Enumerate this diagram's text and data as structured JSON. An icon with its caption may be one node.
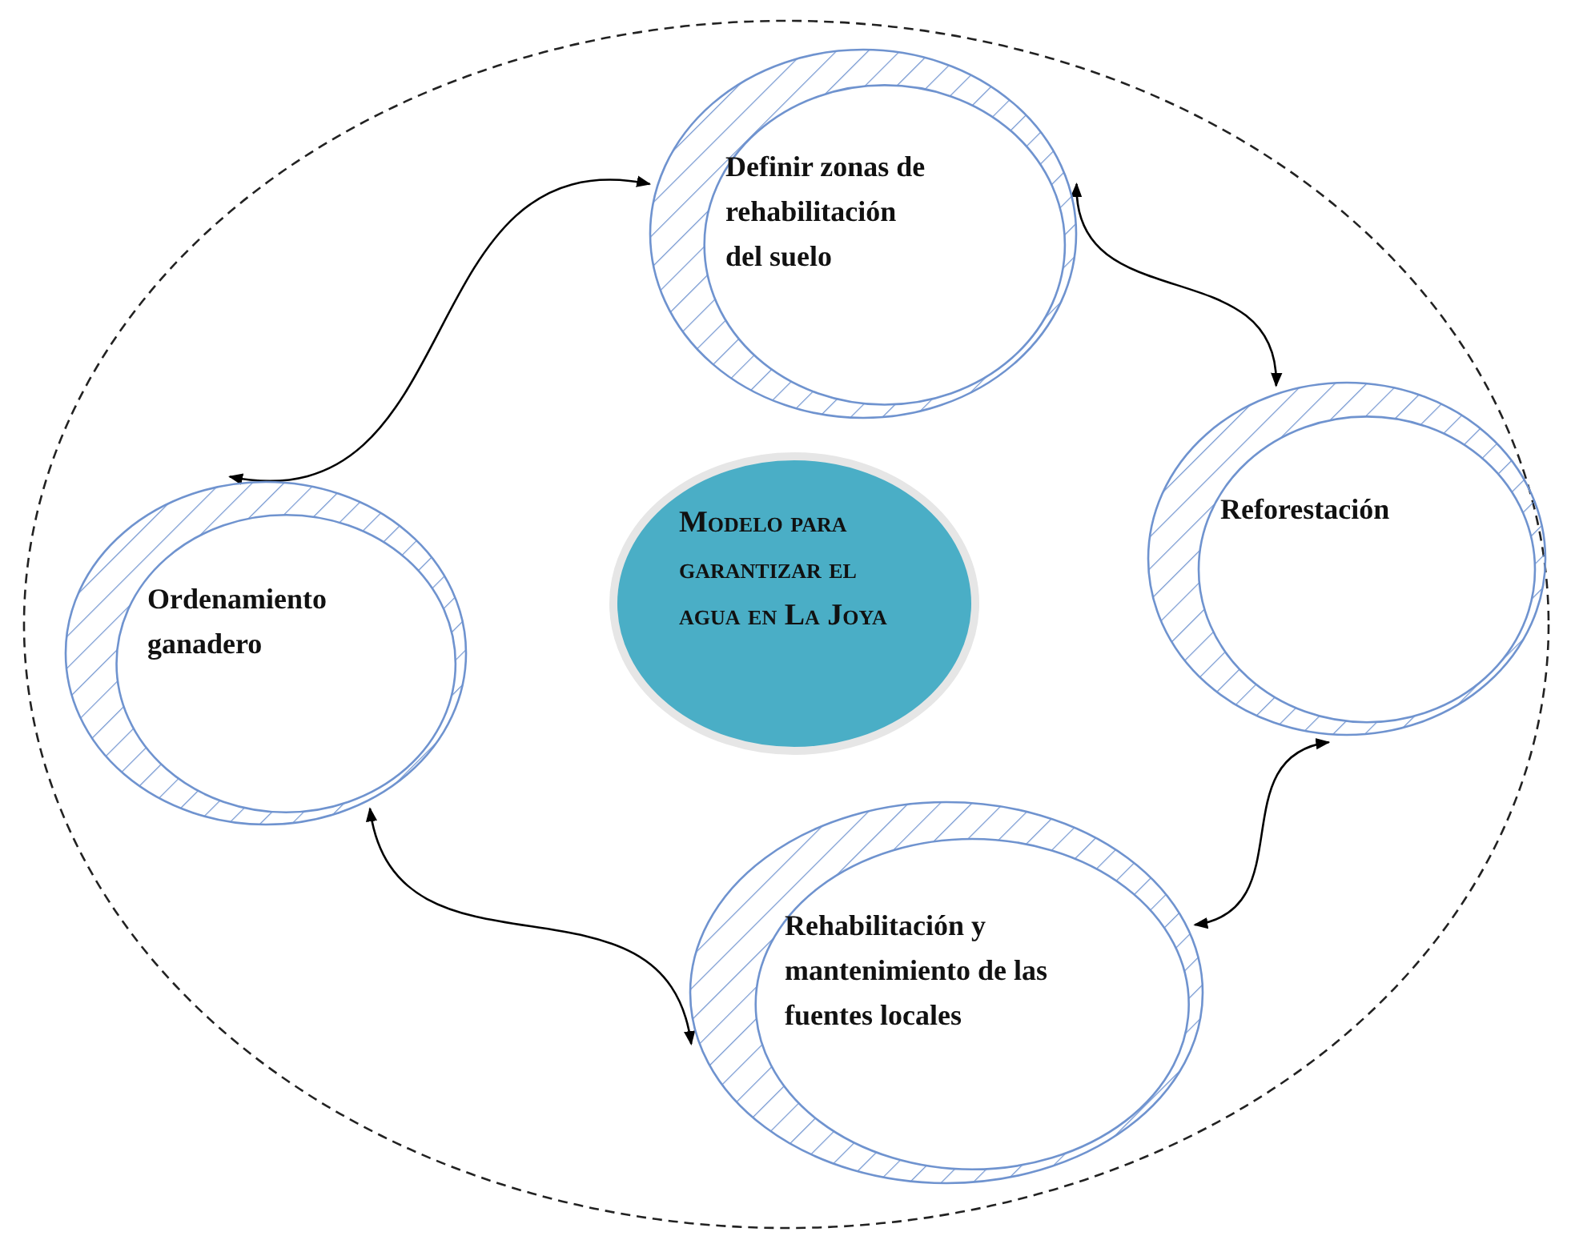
{
  "diagram": {
    "nodes": [
      {
        "text": [],
        "shape": "ellipse"
      },
      {
        "text": [
          "Modelo para garantizar el agua en La Joya"
        ],
        "in": 0
      },
      {
        "text": [
          "Definir zonas de rehabilitación del suelo"
        ],
        "in": 0
      },
      {
        "text": [
          "Reforestación"
        ],
        "in": 0
      },
      {
        "text": [
          "Rehabilitación y mantenimiento de las fuentes locales"
        ],
        "in": 0
      },
      {
        "text": [
          "Ordenamiento ganadero"
        ],
        "in": 0
      }
    ],
    "edges": [
      {
        "from": 2,
        "to": 3,
        "arrow": "both"
      },
      {
        "from": 3,
        "to": 4,
        "arrow": "both"
      },
      {
        "from": 4,
        "to": 5,
        "arrow": "both"
      },
      {
        "from": 5,
        "to": 2,
        "arrow": "both"
      }
    ]
  }
}
